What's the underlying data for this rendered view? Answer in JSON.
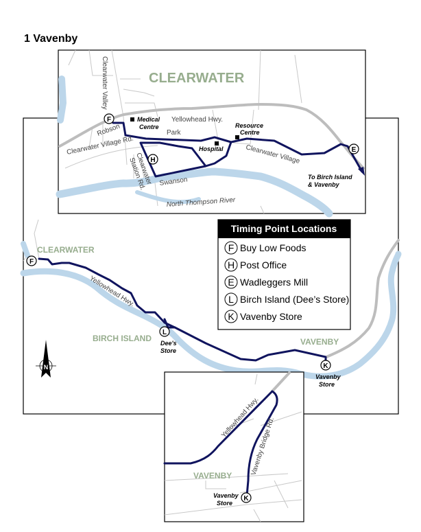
{
  "title": "1 Vavenby",
  "colors": {
    "route": "#10145e",
    "river": "#bcd6ea",
    "town": "#97ad8e",
    "highway": "#bdbdbd"
  },
  "top_inset": {
    "town": "CLEARWATER",
    "streets": [
      "Clearwater Valley",
      "Yellowhead Hwy.",
      "Robson",
      "Park",
      "Clearwater Village Rd.",
      "Clearwater",
      "Station Rd.",
      "Swanson",
      "Clearwater Village",
      "North Thompson River"
    ],
    "landmarks": [
      "Medical",
      "Centre",
      "Resource",
      "Centre",
      "Hospital"
    ],
    "direction": [
      "To Birch Island",
      "& Vavenby"
    ]
  },
  "main_map": {
    "towns": [
      "CLEARWATER",
      "BIRCH ISLAND",
      "VAVENBY"
    ],
    "highway": "Yellowhead Hwy.",
    "stop_labels": [
      "Dee's",
      "Store",
      "Vavenby",
      "Store"
    ],
    "compass": "N"
  },
  "bottom_inset": {
    "town": "VAVENBY",
    "streets": [
      "Yellowhead Hwy.",
      "Vavenby Bridge Rd."
    ],
    "stop_label": [
      "Vavenby",
      "Store"
    ]
  },
  "legend": {
    "title": "Timing Point Locations",
    "items": [
      {
        "code": "F",
        "label": "Buy Low Foods"
      },
      {
        "code": "H",
        "label": "Post Office"
      },
      {
        "code": "E",
        "label": "Wadleggers Mill"
      },
      {
        "code": "L",
        "label": "Birch Island (Dee’s Store)"
      },
      {
        "code": "K",
        "label": "Vavenby Store"
      }
    ]
  }
}
